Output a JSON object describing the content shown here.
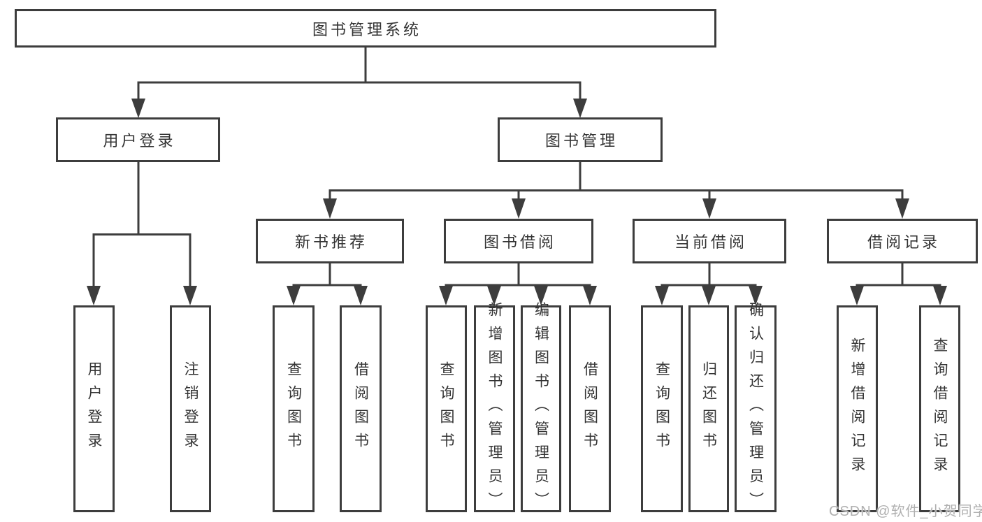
{
  "watermark": "CSDN @软件_小贺同学",
  "colors": {
    "line": "#3d3d3d",
    "text": "#333333",
    "background": "#ffffff",
    "watermark": "#b0b0b0"
  },
  "tree": {
    "root": "图书管理系统",
    "children": [
      {
        "label": "用户登录",
        "children": [
          "用户登录",
          "注销登录"
        ]
      },
      {
        "label": "图书管理",
        "children": [
          {
            "label": "新书推荐",
            "children": [
              "查询图书",
              "借阅图书"
            ]
          },
          {
            "label": "图书借阅",
            "children": [
              "查询图书",
              "新增图书（管理员）",
              "编辑图书（管理员）",
              "借阅图书"
            ]
          },
          {
            "label": "当前借阅",
            "children": [
              "查询图书",
              "归还图书",
              "确认归还（管理员）"
            ]
          },
          {
            "label": "借阅记录",
            "children": [
              "新增借阅记录",
              "查询借阅记录"
            ]
          }
        ]
      }
    ]
  }
}
